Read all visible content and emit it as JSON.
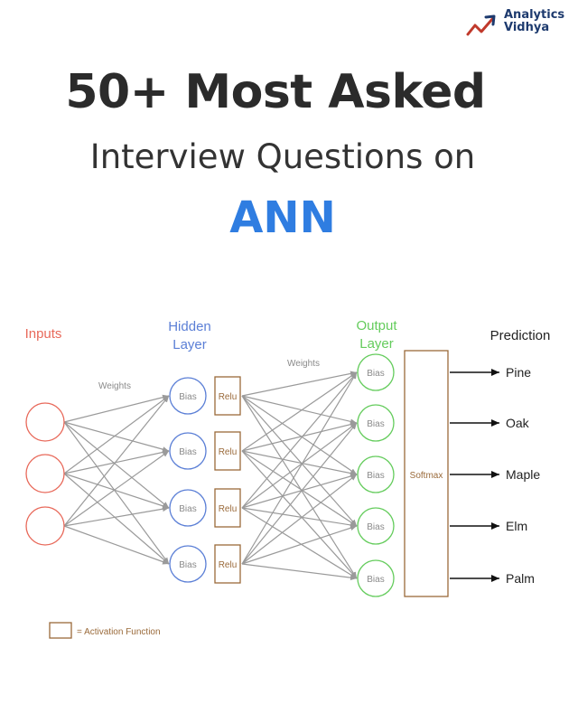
{
  "logo": {
    "line1": "Analytics",
    "line2": "Vidhya",
    "icon": "trend-arrow-icon"
  },
  "title": {
    "line1": "50+ Most Asked",
    "line2": "Interview Questions on",
    "line3": "ANN"
  },
  "diagram": {
    "inputs_label": "Inputs",
    "hidden_label": [
      "Hidden",
      "Layer"
    ],
    "output_label": [
      "Output",
      "Layer"
    ],
    "prediction_label": "Prediction",
    "weights_label_1": "Weights",
    "weights_label_2": "Weights",
    "input_count": 3,
    "hidden_nodes": [
      "Bias",
      "Bias",
      "Bias",
      "Bias"
    ],
    "activation_boxes": [
      "Relu",
      "Relu",
      "Relu",
      "Relu"
    ],
    "output_nodes": [
      "Bias",
      "Bias",
      "Bias",
      "Bias",
      "Bias"
    ],
    "softmax_label": "Softmax",
    "predictions": [
      "Pine",
      "Oak",
      "Maple",
      "Elm",
      "Palm"
    ],
    "legend_label": "= Activation Function",
    "colors": {
      "inputs": "#e8695a",
      "hidden": "#5b7fd6",
      "output": "#64cc5c",
      "activation": "#9a6a3a",
      "edges": "#9a9a9a"
    }
  }
}
